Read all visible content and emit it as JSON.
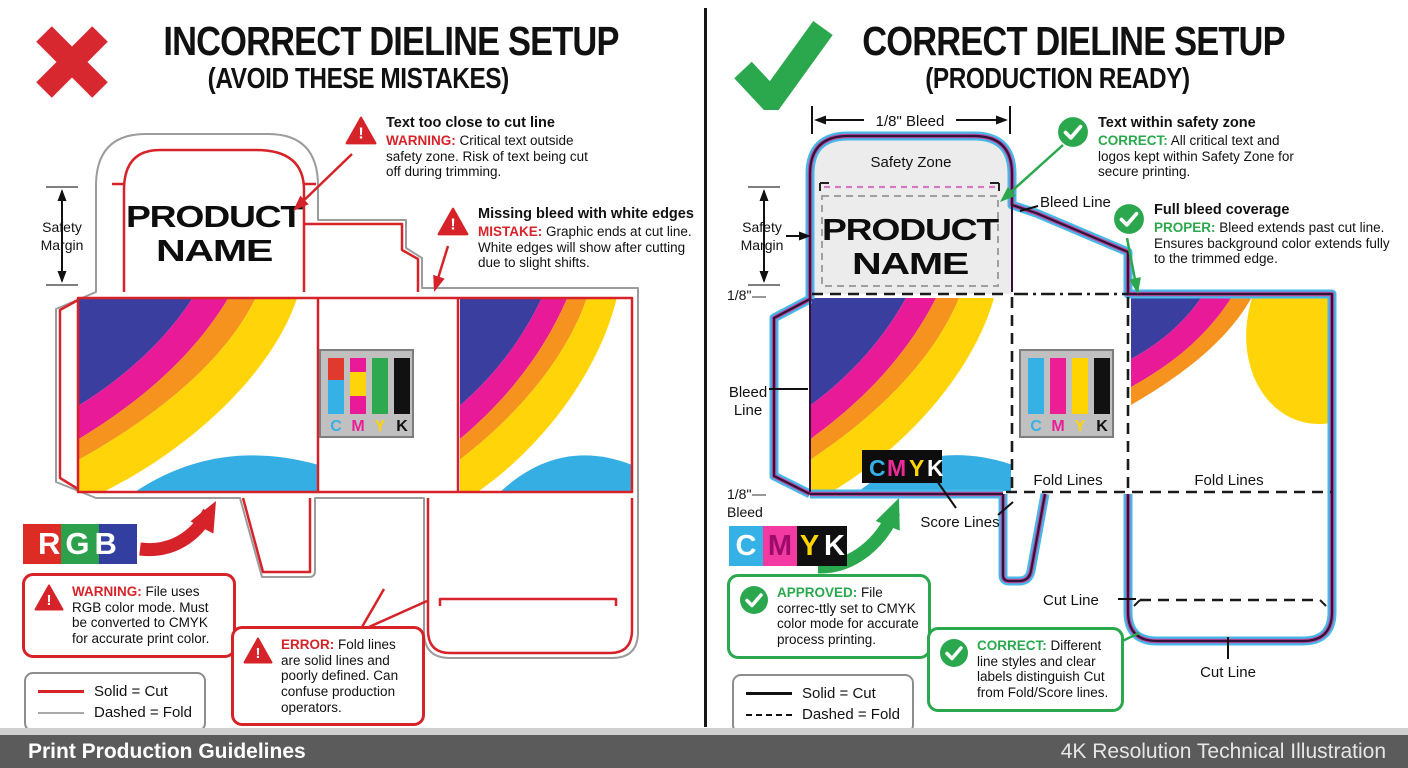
{
  "header": {
    "left": {
      "title": "INCORRECT DIELINE SETUP",
      "subtitle": "(AVOID THESE MISTAKES)"
    },
    "right": {
      "title": "CORRECT DIELINE SETUP",
      "subtitle": "(PRODUCTION READY)"
    }
  },
  "footer": {
    "left": "Print Production Guidelines",
    "right": "4K Resolution Technical Illustration"
  },
  "colors": {
    "error_red": "#d6232a",
    "ok_green": "#2ba84e",
    "bleed_cyan": "#46b9e9",
    "swirl_blue": "#3a3f9f",
    "swirl_magenta": "#e81a97",
    "swirl_orange": "#f6921e",
    "swirl_yellow": "#ffd50a",
    "swirl_cyan": "#35aee4",
    "footer_gray": "#5b5b5b"
  },
  "left_panel": {
    "product_name": {
      "line1": "PRODUCT",
      "line2": "NAME"
    },
    "safety_margin": {
      "line1": "Safety",
      "line2": "Margin"
    },
    "callouts": {
      "text_close": {
        "title": "Text too close to cut line",
        "lead": "WARNING:",
        "body": "Critical text outside safety zone. Risk of text being cut off during trimming."
      },
      "missing_bleed": {
        "title": "Missing bleed with white edges",
        "lead": "MISTAKE:",
        "body": "Graphic ends at cut line. White edges will show after cutting due to slight shifts."
      },
      "rgb_warning": {
        "lead": "WARNING:",
        "body": "File uses RGB color mode. Must be converted to CMYK for accurate print color."
      },
      "fold_error": {
        "lead": "ERROR:",
        "body": "Fold lines are solid lines and poorly defined. Can confuse production operators."
      }
    },
    "rgb_chip": "RGB",
    "swatch_letters": [
      "C",
      "M",
      "Y",
      "K"
    ],
    "legend": {
      "solid": "Solid = Cut",
      "dashed": "Dashed = Fold"
    }
  },
  "right_panel": {
    "product_name": {
      "line1": "PRODUCT",
      "line2": "NAME"
    },
    "labels": {
      "bleed_dim": "1/8\" Bleed",
      "safety_zone": "Safety Zone",
      "safety_margin": {
        "line1": "Safety",
        "line2": "Margin"
      },
      "eighth": "1/8\"",
      "bleed_line_top": "Bleed Line",
      "bleed_line_left": {
        "line1": "Bleed",
        "line2": "Line"
      },
      "eighth_bleed": {
        "line1": "1/8\"",
        "line2": "Bleed"
      },
      "score_lines": "Score Lines",
      "fold_lines_left": "Fold Lines",
      "fold_lines_right": "Fold Lines",
      "cut_line_top": "Cut Line",
      "cut_line_bottom": "Cut Line"
    },
    "panel_cmyk": [
      "C",
      "M",
      "Y",
      "K"
    ],
    "swatch_letters": [
      "C",
      "M",
      "Y",
      "K"
    ],
    "cmyk_chip": [
      "C",
      "M",
      "Y",
      "K"
    ],
    "callouts": {
      "safety_text": {
        "title": "Text within safety zone",
        "lead": "CORRECT:",
        "body": "All critical text and logos kept within Safety Zone for secure printing."
      },
      "full_bleed": {
        "title": "Full bleed coverage",
        "lead": "PROPER:",
        "body": "Bleed extends past cut line. Ensures background color extends fully to the trimmed edge."
      },
      "approved": {
        "lead": "APPROVED:",
        "body": "File correc-ttly set to CMYK color mode for accurate process printing."
      },
      "correct": {
        "lead": "CORRECT:",
        "body": "Different line styles and clear labels distinguish Cut from Fold/Score lines."
      }
    },
    "legend": {
      "solid": "Solid = Cut",
      "dashed": "Dashed = Fold"
    }
  }
}
